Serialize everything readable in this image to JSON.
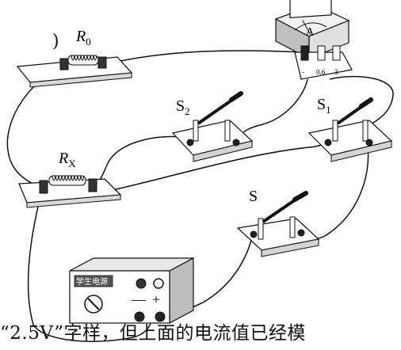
{
  "header_fragment": ")",
  "footer_text": "“2.5V”字样，但上面的电流值已经模",
  "components": {
    "r0": {
      "label_main": "R",
      "label_sub": "0"
    },
    "rx": {
      "label_main": "R",
      "label_sub": "X"
    },
    "ammeter": {
      "dial_label": "A",
      "terminal_minus": "-",
      "terminal_06": "0.6",
      "terminal_3": "3"
    },
    "s2": {
      "label_main": "S",
      "label_sub": "2"
    },
    "s1": {
      "label_main": "S",
      "label_sub": "1"
    },
    "s": {
      "label_main": "S"
    },
    "power_supply": {
      "title": "学生电源",
      "minus": "—",
      "plus": "+"
    }
  }
}
